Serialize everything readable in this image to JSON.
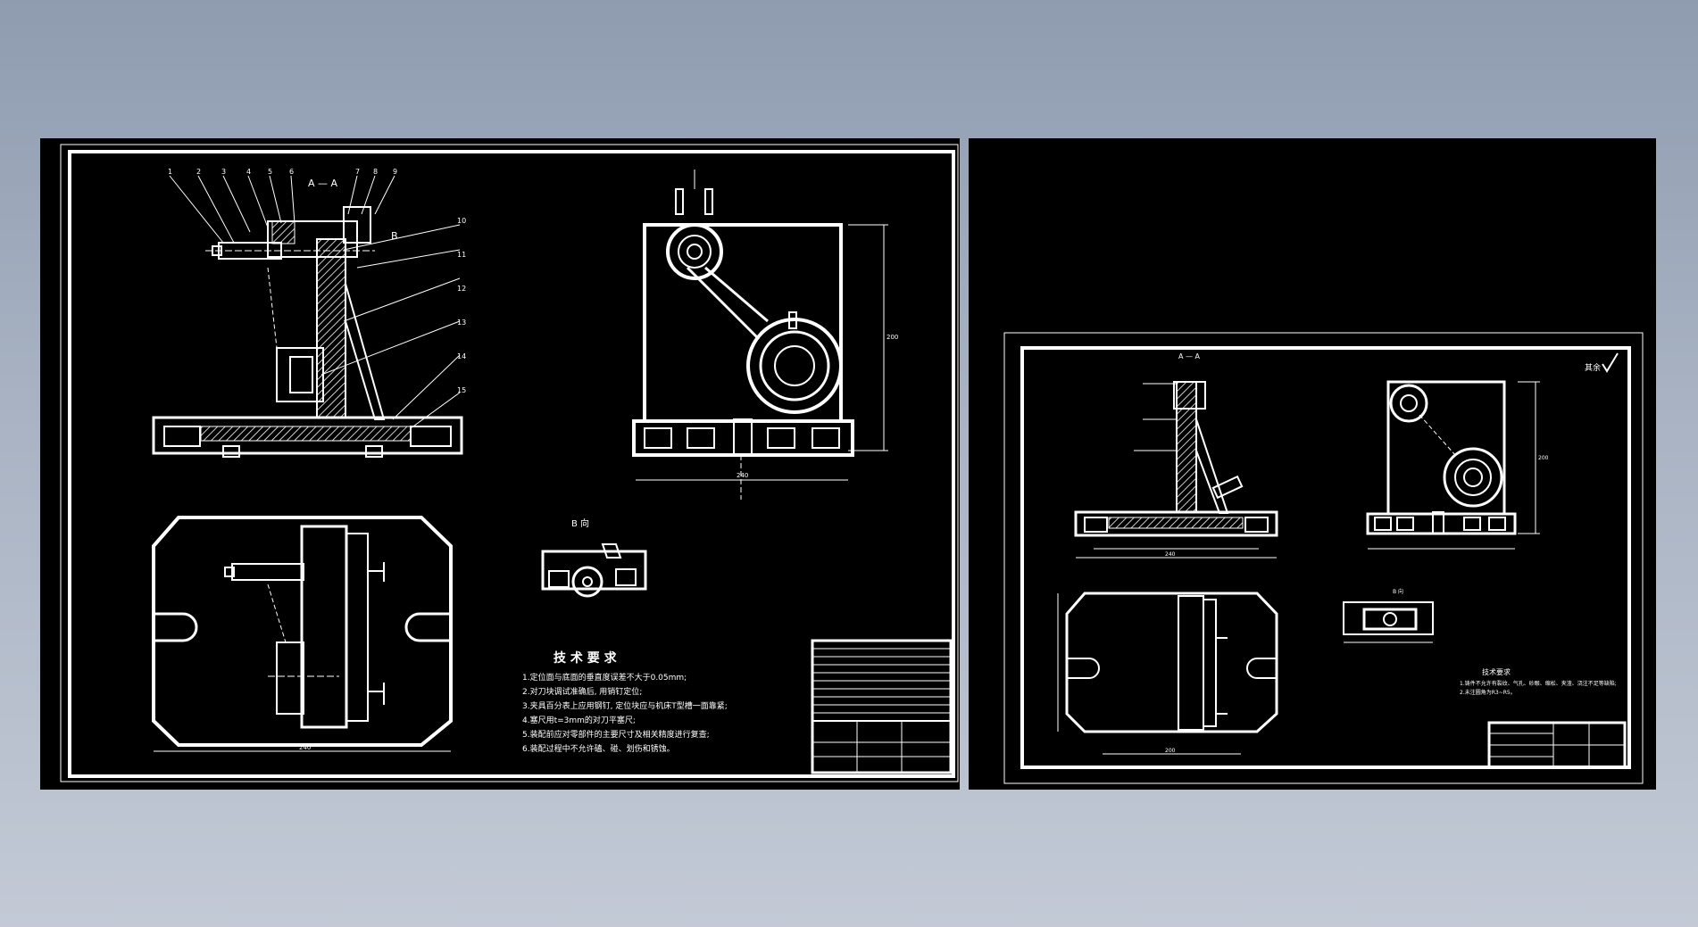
{
  "sheet1": {
    "section_label": "A — A",
    "view_b_label": "B",
    "view_b_title": "B 向",
    "balloons": [
      "1",
      "2",
      "3",
      "4",
      "5",
      "6",
      "7",
      "8",
      "9",
      "10",
      "11",
      "12",
      "13",
      "14",
      "15"
    ],
    "requirements_title": "技 术 要 求",
    "requirements": [
      "1.定位面与底面的垂直度误差不大于0.05mm;",
      "2.对刀块调试准确后, 用销钉定位;",
      "3.夹具百分表上应用钢钉, 定位块应与机床T型槽一面靠紧;",
      "4.塞尺用t=3mm的对刀平塞尺;",
      "5.装配前应对零部件的主要尺寸及相关精度进行复查;",
      "6.装配过程中不允许磕、碰、划伤和锈蚀。"
    ],
    "dim_vertical": "200",
    "dim_base_width": "240",
    "dim_plan_width": "240"
  },
  "sheet2": {
    "section_label": "A — A",
    "roughness_note": "其余",
    "view_b_title": "B 向",
    "requirements_title": "技术要求",
    "requirements": [
      "1.铸件不允许有裂纹、气孔、砂眼、缩松、夹渣、浇注不足等缺陷;",
      "2.未注圆角为R3~R5。"
    ],
    "dim_vertical": "200",
    "dim_base_width": "240",
    "dim_plan_width": "200"
  }
}
